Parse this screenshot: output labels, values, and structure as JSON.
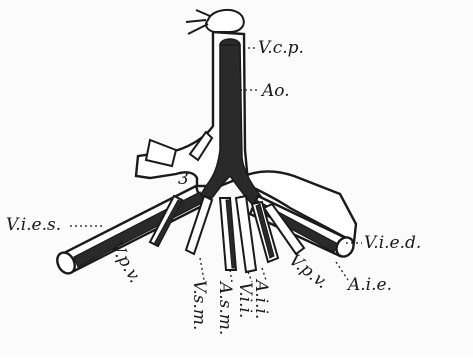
{
  "figure": {
    "colors": {
      "background": "#fbfbfb",
      "ink": "#1a1a1a",
      "artery_fill": "#2a2a2a",
      "vein_fill": "#ffffff"
    },
    "labels": {
      "vcp": "V.c.p.",
      "ao": "Ao.",
      "vies": "V.i.e.s.",
      "vied": "V.i.e.d.",
      "aie": "A.i.e.",
      "vpv_left": "V.p.v.",
      "vpv_right": "V.p.v.",
      "vsm": "V.s.m.",
      "asm": "A.s.m.",
      "vii": "V.i.i.",
      "aii": "A.i.i.",
      "num3": "3"
    }
  }
}
